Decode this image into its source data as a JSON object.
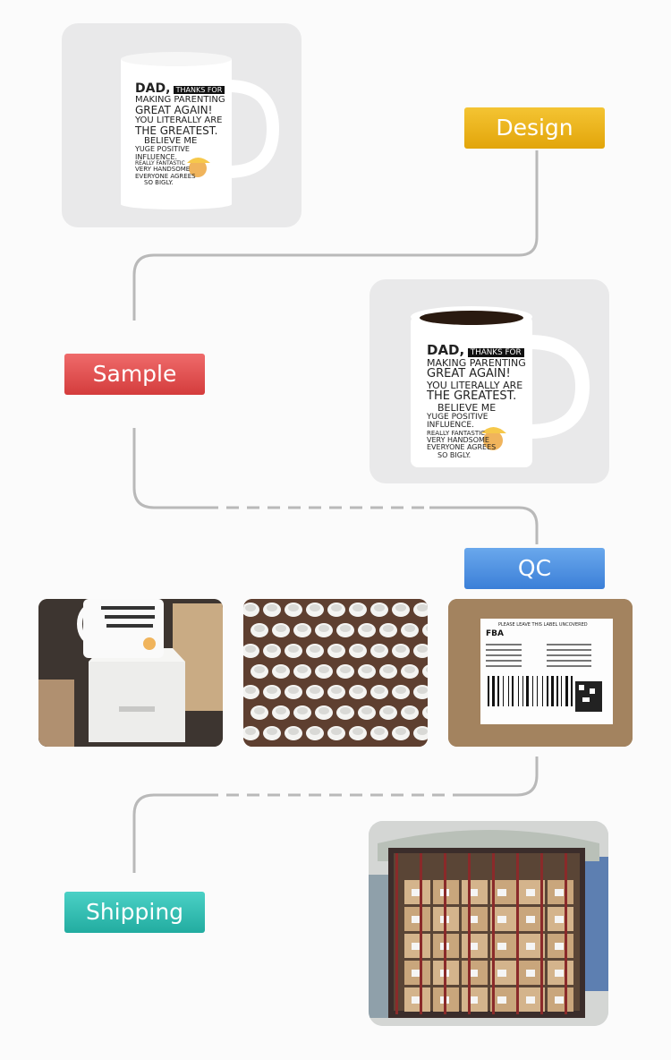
{
  "steps": {
    "design": "Design",
    "sample": "Sample",
    "qc": "QC",
    "shipping": "Shipping"
  },
  "mug": {
    "line1": "DAD,",
    "tag": "THANKS FOR",
    "line2": "MAKING PARENTING",
    "line3": "GREAT AGAIN!",
    "line4": "YOU LITERALLY ARE",
    "line5": "THE GREATEST.",
    "line6": "BELIEVE ME",
    "line7": "YUGE POSITIVE",
    "line8": "INFLUENCE.",
    "line9": "REALLY FANTASTIC",
    "line10": "VERY HANDSOME",
    "line11": "EVERYONE AGREES",
    "line12": "SO BIGLY."
  },
  "label_sheet": {
    "header": "PLEASE LEAVE THIS LABEL UNCOVERED",
    "fba": "FBA"
  },
  "colors": {
    "design": "#e2a50a",
    "sample": "#d43c3c",
    "qc": "#3b7fd8",
    "shipping": "#22aca0",
    "flow_line": "#b8b8b8"
  }
}
